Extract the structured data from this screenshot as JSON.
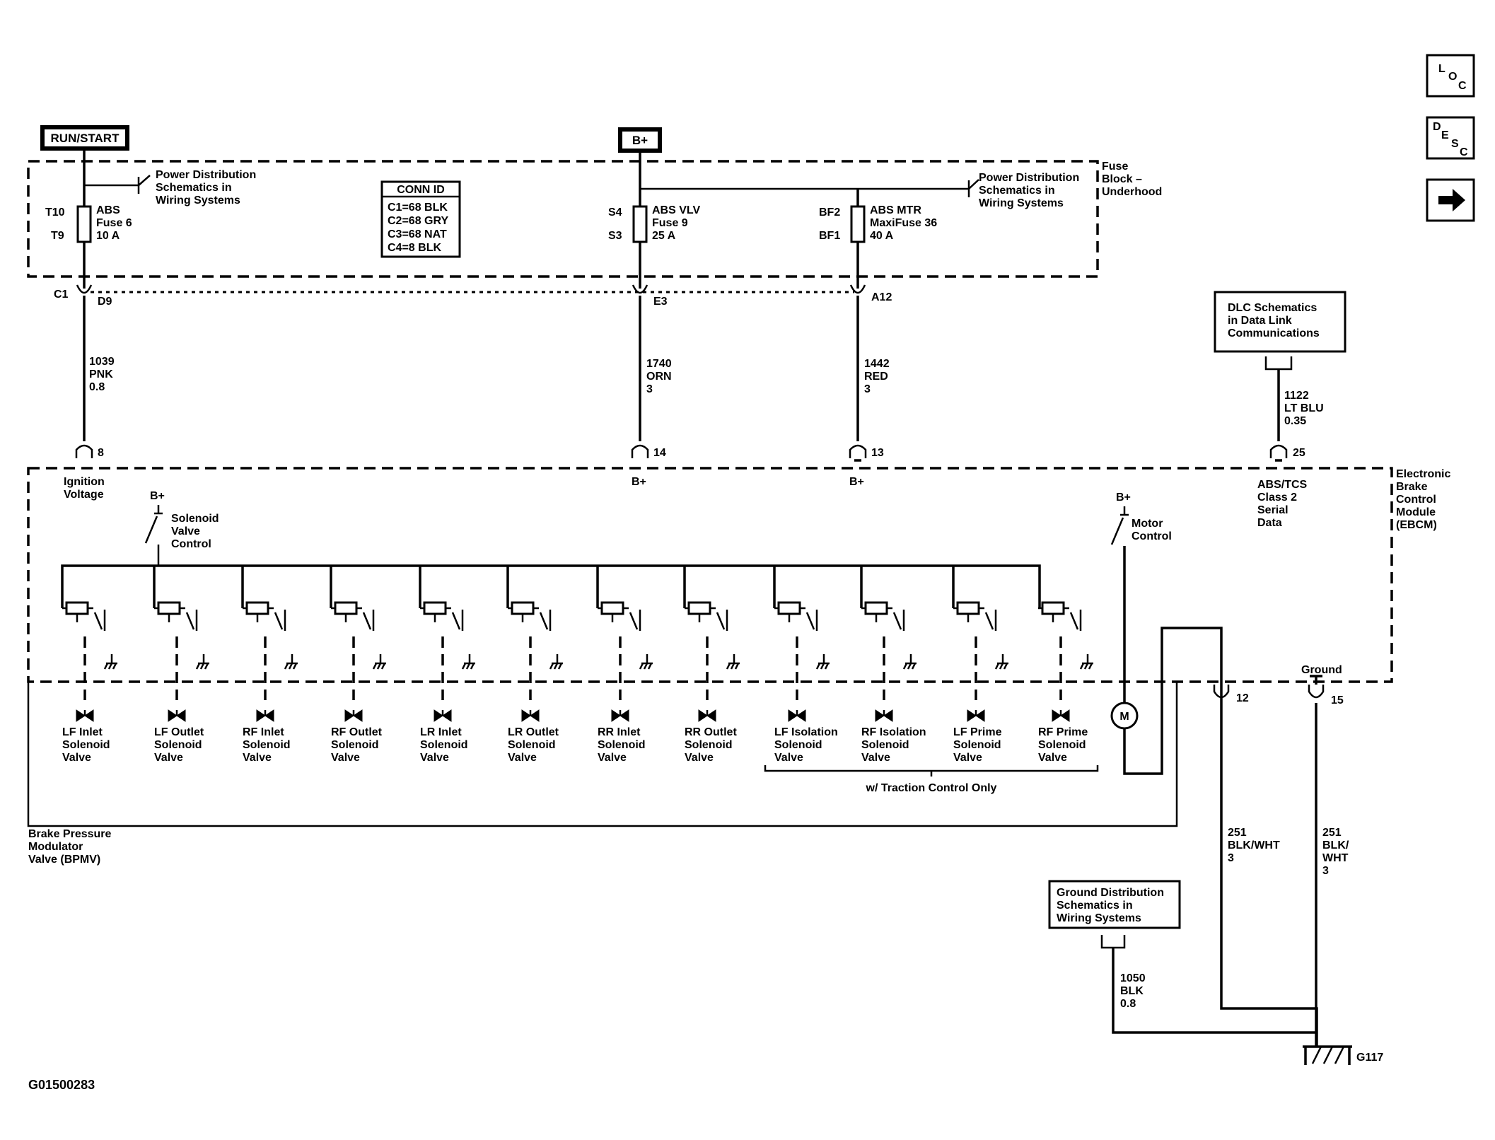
{
  "diagram_id": "G01500283",
  "power_sources": {
    "run_start": "RUN/START",
    "battery": "B+"
  },
  "fuse_block": {
    "label": [
      "Fuse",
      "Block –",
      "Underhood"
    ],
    "power_dist_ref_left": [
      "Power Distribution",
      "Schematics in",
      "Wiring  Systems"
    ],
    "power_dist_ref_right": [
      "Power Distribution",
      "Schematics in",
      "Wiring  Systems"
    ],
    "conn_id": {
      "title": "CONN ID",
      "rows": [
        "C1=68 BLK",
        "C2=68 GRY",
        "C3=68 NAT",
        "C4=8 BLK"
      ]
    },
    "fuses": [
      {
        "top_terminal": "T10",
        "bottom_terminal": "T9",
        "lines": [
          "ABS",
          "Fuse 6",
          "10 A"
        ]
      },
      {
        "top_terminal": "S4",
        "bottom_terminal": "S3",
        "lines": [
          "ABS VLV",
          "Fuse 9",
          "25 A"
        ]
      },
      {
        "top_terminal": "BF2",
        "bottom_terminal": "BF1",
        "lines": [
          "ABS MTR",
          "MaxiFuse 36",
          "40 A"
        ]
      }
    ]
  },
  "connectors": {
    "c1": "C1",
    "d9": "D9",
    "e3": "E3",
    "a12": "A12"
  },
  "wires": [
    {
      "lines": [
        "1039",
        "PNK",
        "0.8"
      ]
    },
    {
      "lines": [
        "1740",
        "ORN",
        "3"
      ]
    },
    {
      "lines": [
        "1442",
        "RED",
        "3"
      ]
    },
    {
      "lines": [
        "1122",
        "LT BLU",
        "0.35"
      ]
    },
    {
      "lines": [
        "251",
        "BLK/WHT",
        "3"
      ]
    },
    {
      "lines": [
        "251",
        "BLK/",
        "WHT",
        "3"
      ]
    },
    {
      "lines": [
        "1050",
        "BLK",
        "0.8"
      ]
    }
  ],
  "ebcm": {
    "label": [
      "Electronic",
      "Brake",
      "Control",
      "Module",
      "(EBCM)"
    ],
    "pins": {
      "p8": "8",
      "p14": "14",
      "p13": "13",
      "p25": "25",
      "p12": "12",
      "p15": "15"
    },
    "ignition_voltage": [
      "Ignition",
      "Voltage"
    ],
    "b_plus": "B+",
    "abs_tcs": [
      "ABS/TCS",
      "Class 2",
      "Serial",
      "Data"
    ],
    "solenoid_valve_control": [
      "Solenoid",
      "Valve",
      "Control"
    ],
    "motor_control": [
      "Motor",
      "Control"
    ],
    "ground": "Ground"
  },
  "dlc_ref": [
    "DLC Schematics",
    "in Data Link",
    "Communications"
  ],
  "valves": [
    {
      "lines": [
        "LF Inlet",
        "Solenoid",
        "Valve"
      ]
    },
    {
      "lines": [
        "LF Outlet",
        "Solenoid",
        "Valve"
      ]
    },
    {
      "lines": [
        "RF Inlet",
        "Solenoid",
        "Valve"
      ]
    },
    {
      "lines": [
        "RF Outlet",
        "Solenoid",
        "Valve"
      ]
    },
    {
      "lines": [
        "LR Inlet",
        "Solenoid",
        "Valve"
      ]
    },
    {
      "lines": [
        "LR Outlet",
        "Solenoid",
        "Valve"
      ]
    },
    {
      "lines": [
        "RR Inlet",
        "Solenoid",
        "Valve"
      ]
    },
    {
      "lines": [
        "RR Outlet",
        "Solenoid",
        "Valve"
      ]
    },
    {
      "lines": [
        "LF Isolation",
        "Solenoid",
        "Valve"
      ]
    },
    {
      "lines": [
        "RF Isolation",
        "Solenoid",
        "Valve"
      ]
    },
    {
      "lines": [
        "LF Prime",
        "Solenoid",
        "Valve"
      ]
    },
    {
      "lines": [
        "RF Prime",
        "Solenoid",
        "Valve"
      ]
    }
  ],
  "traction_note": "w/ Traction Control Only",
  "motor_symbol": "M",
  "bpmv_label": [
    "Brake Pressure",
    "Modulator",
    "Valve (BPMV)"
  ],
  "ground_dist_ref": [
    "Ground Distribution",
    "Schematics in",
    "Wiring Systems"
  ],
  "ground_point": "G117",
  "nav": {
    "loc": [
      "L",
      "O",
      "C"
    ],
    "desc": [
      "D",
      "E",
      "S",
      "C"
    ],
    "next_icon": "right-arrow-icon"
  }
}
